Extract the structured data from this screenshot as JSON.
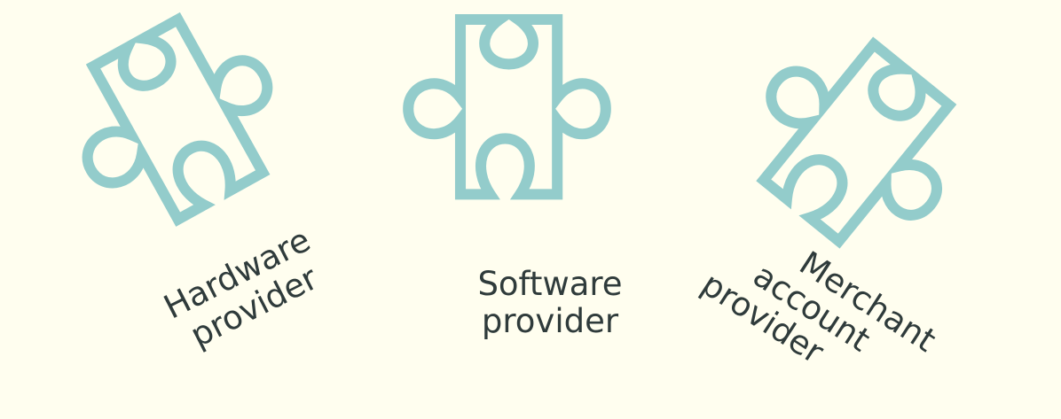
{
  "colors": {
    "background": "#FFFEEF",
    "puzzle_stroke": "#93CCCB",
    "text": "#2F3B3B"
  },
  "pieces": [
    {
      "icon": "puzzle-piece-icon",
      "label_lines": [
        "Hardware",
        "provider"
      ]
    },
    {
      "icon": "puzzle-piece-icon",
      "label_lines": [
        "Software",
        "provider"
      ]
    },
    {
      "icon": "puzzle-piece-icon",
      "label_lines": [
        "Merchant",
        "account",
        "provider"
      ]
    }
  ]
}
